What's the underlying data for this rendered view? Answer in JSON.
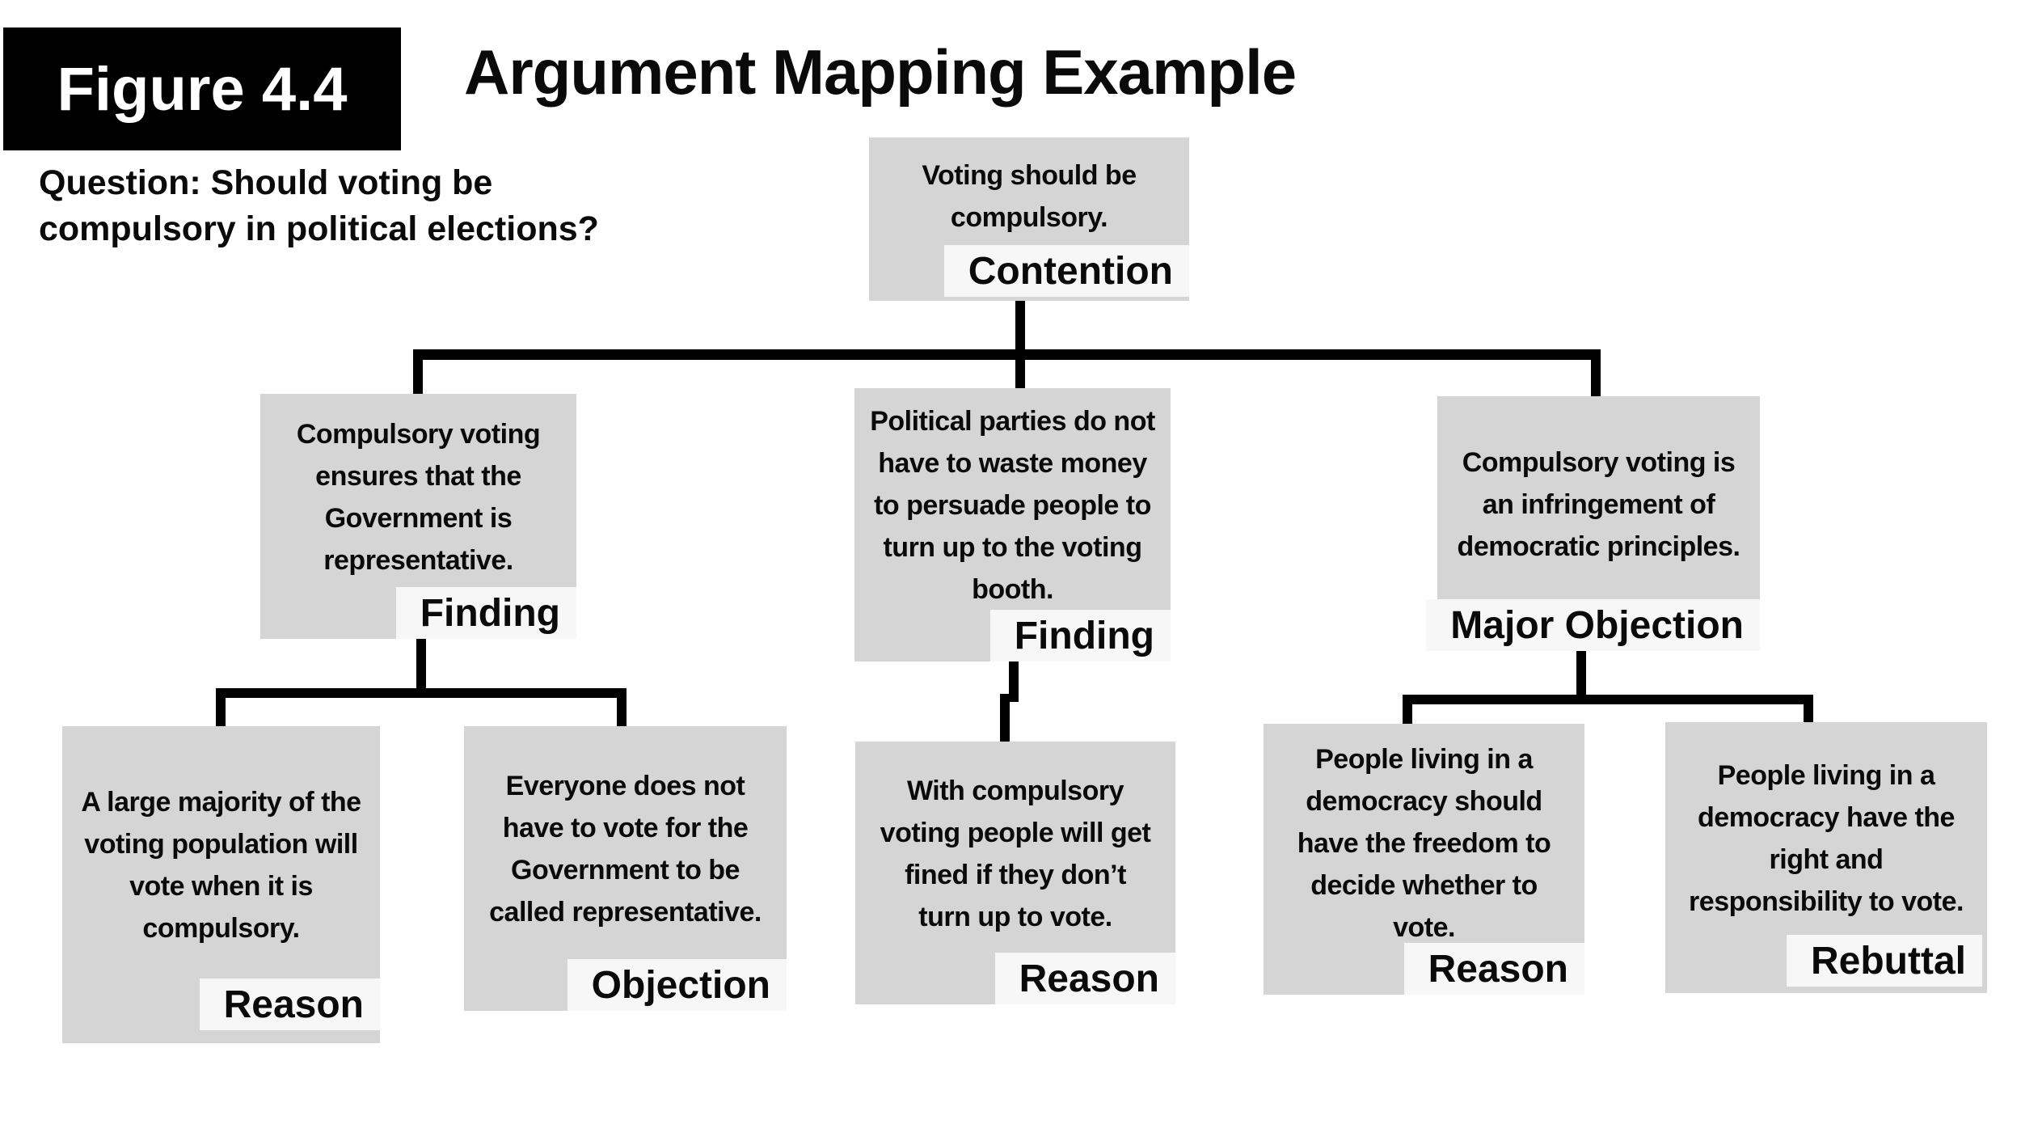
{
  "figure": {
    "badge": "Figure 4.4",
    "title": "Argument Mapping Example"
  },
  "question": {
    "text": "Question: Should voting be\ncompulsory in political elections?"
  },
  "colors": {
    "node_fill": "#d5d5d5",
    "label_fill": "#f7f7f7",
    "line": "#000000",
    "badge_bg": "#000000",
    "badge_text": "#ffffff"
  },
  "nodes": [
    {
      "id": "contention",
      "text": "Voting should be\ncompulsory.",
      "label": "Contention"
    },
    {
      "id": "finding-left",
      "text": "Compulsory voting\nensures that the\nGovernment is\nrepresentative.",
      "label": "Finding"
    },
    {
      "id": "finding-center",
      "text": "Political parties do not\nhave to waste money\nto persuade people to\nturn up to the voting\nbooth.",
      "label": "Finding"
    },
    {
      "id": "major-objection",
      "text": "Compulsory voting is\nan infringement of\ndemocratic principles.",
      "label": "Major Objection"
    },
    {
      "id": "reason-left",
      "text": "A large majority of the\nvoting population will\nvote when it is\ncompulsory.",
      "label": "Reason"
    },
    {
      "id": "objection",
      "text": "Everyone does not\nhave to vote for the\nGovernment to be\ncalled representative.",
      "label": "Objection"
    },
    {
      "id": "reason-center",
      "text": "With compulsory\nvoting people will get\nfined if they don’t\nturn up to vote.",
      "label": "Reason"
    },
    {
      "id": "reason-right",
      "text": "People living in a\ndemocracy should\nhave the freedom to\ndecide whether to\nvote.",
      "label": "Reason"
    },
    {
      "id": "rebuttal",
      "text": "People living in a\ndemocracy have the\nright and\nresponsibility to vote.",
      "label": "Rebuttal"
    }
  ]
}
